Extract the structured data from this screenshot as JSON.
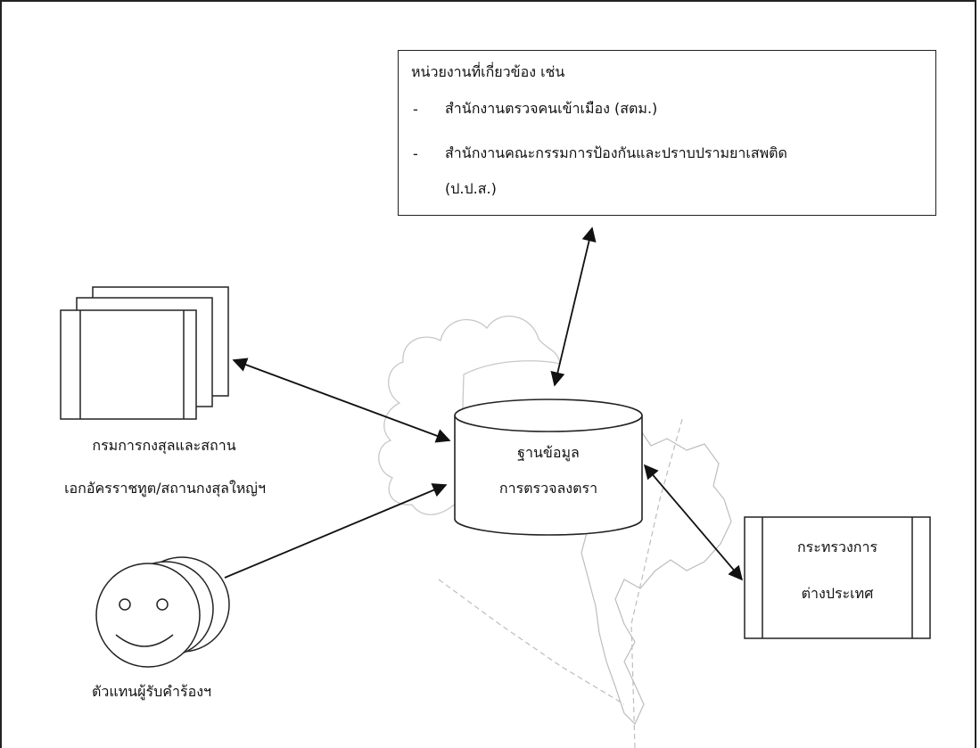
{
  "agencies": {
    "title": "หน่วยงานที่เกี่ยวข้อง เช่น",
    "items": [
      {
        "bullet": "-",
        "text": "สำนักงานตรวจคนเข้าเมือง (สตม.)"
      },
      {
        "bullet": "-",
        "text": "สำนักงานคณะกรรมการป้องกันและปราบปรามยาเสพติด",
        "text2": "(ป.ป.ส.)"
      }
    ]
  },
  "consular": {
    "line1": "กรมการกงสุลและสถาน",
    "line2": "เอกอัครราชทูต/สถานกงสุลใหญ่ฯ"
  },
  "database": {
    "line1": "ฐานข้อมูล",
    "line2": "การตรวจลงตรา"
  },
  "ministry": {
    "line1": "กระทรวงการ",
    "line2": "ต่างประเทศ"
  },
  "representative": {
    "label": "ตัวแทนผู้รับคำร้องฯ"
  },
  "colors": {
    "line": "#222222",
    "map": "#bdbdbd",
    "cloud": "#c8c8c8"
  }
}
